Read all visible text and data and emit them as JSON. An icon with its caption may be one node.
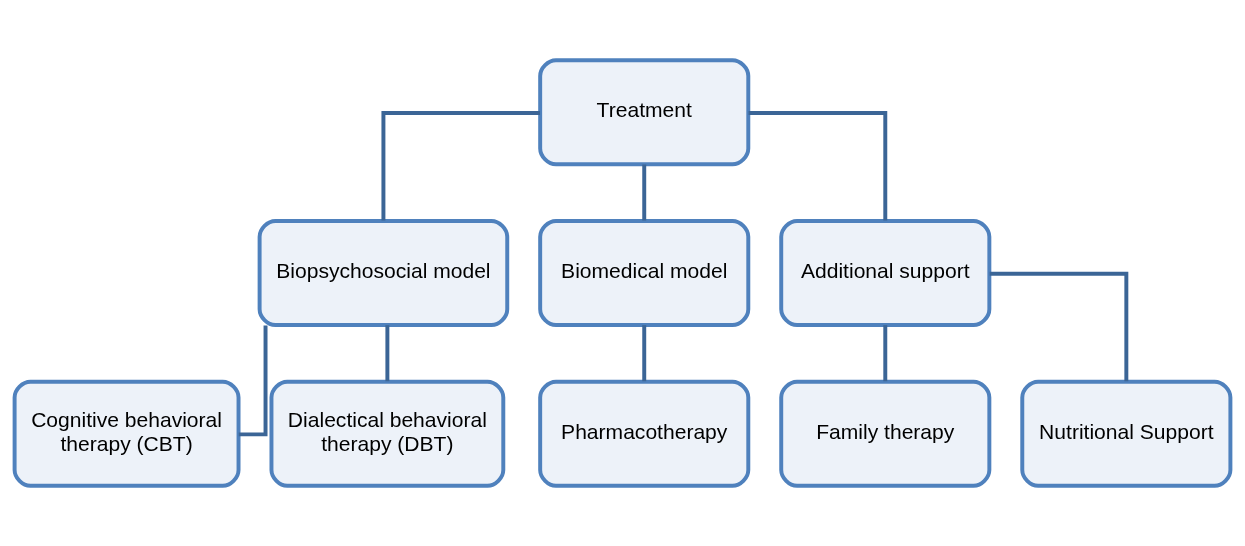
{
  "diagram": {
    "nodes": [
      {
        "text": [
          "Treatment"
        ]
      },
      {
        "text": [
          "Biopsychosocial model"
        ]
      },
      {
        "text": [
          "Biomedical model"
        ]
      },
      {
        "text": [
          "Additional support"
        ]
      },
      {
        "text": [
          "Cognitive behavioral therapy (CBT)"
        ]
      },
      {
        "text": [
          "Dialectical behavioral therapy (DBT)"
        ]
      },
      {
        "text": [
          "Pharmacotherapy"
        ]
      },
      {
        "text": [
          "Family therapy"
        ]
      },
      {
        "text": [
          "Nutritional Support"
        ]
      }
    ],
    "edges": [
      {
        "from": 0,
        "to": 1,
        "arrow": "none"
      },
      {
        "from": 0,
        "to": 2,
        "arrow": "none"
      },
      {
        "from": 0,
        "to": 3,
        "arrow": "none"
      },
      {
        "from": 1,
        "to": 4,
        "arrow": "none"
      },
      {
        "from": 1,
        "to": 5,
        "arrow": "none"
      },
      {
        "from": 2,
        "to": 6,
        "arrow": "none"
      },
      {
        "from": 3,
        "to": 7,
        "arrow": "none"
      },
      {
        "from": 3,
        "to": 8,
        "arrow": "none"
      }
    ]
  }
}
